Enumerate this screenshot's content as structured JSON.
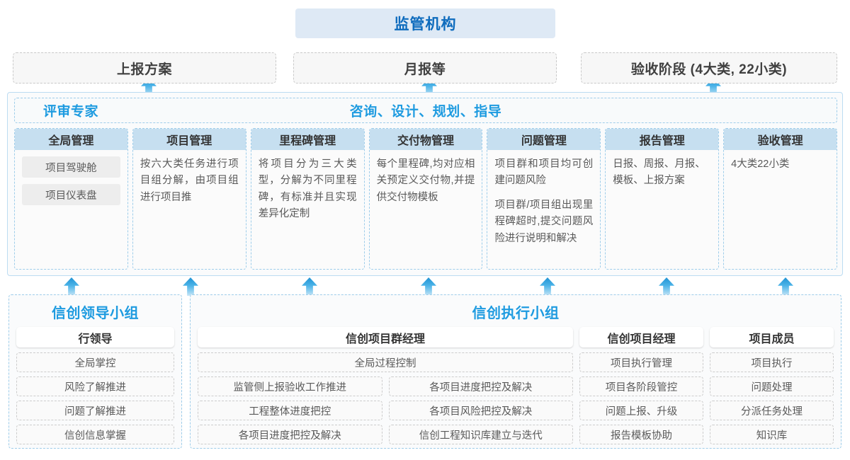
{
  "top": {
    "regulator": "监管机构",
    "reports": [
      "上报方案",
      "月报等",
      "验收阶段 (4大类, 22小类)"
    ]
  },
  "middle": {
    "left_title": "评审专家",
    "center_title": "咨询、设计、规划、指导",
    "columns": [
      {
        "header": "全局管理",
        "pills": [
          "项目驾驶舱",
          "项目仪表盘"
        ],
        "paragraphs": []
      },
      {
        "header": "项目管理",
        "pills": [],
        "paragraphs": [
          "按六大类任务进行项目组分解，由项目组进行项目推"
        ]
      },
      {
        "header": "里程碑管理",
        "pills": [],
        "paragraphs": [
          "将项目分为三大类型，分解为不同里程碑，有标准并且实现差异化定制"
        ]
      },
      {
        "header": "交付物管理",
        "pills": [],
        "paragraphs": [
          "每个里程碑,均对应相关预定义交付物,并提供交付物模板"
        ]
      },
      {
        "header": "问题管理",
        "pills": [],
        "paragraphs": [
          "项目群和项目均可创建问题风险",
          "项目群/项目组出现里程碑超时,提交问题风险进行说明和解决"
        ]
      },
      {
        "header": "报告管理",
        "pills": [],
        "paragraphs": [
          "日报、周报、月报、模板、上报方案"
        ]
      },
      {
        "header": "验收管理",
        "pills": [],
        "paragraphs": [
          "4大类22小类"
        ]
      }
    ]
  },
  "bottom": {
    "left_group": {
      "title": "信创领导小组",
      "role": "行领导",
      "tasks": [
        "全局掌控",
        "风险了解推进",
        "问题了解推进",
        "信创信息掌握"
      ]
    },
    "right_group": {
      "title": "信创执行小组",
      "program_manager": {
        "role": "信创项目群经理",
        "wide_task": "全局过程控制",
        "left_tasks": [
          "监管侧上报验收工作推进",
          "工程整体进度把控",
          "各项目进度把控及解决"
        ],
        "right_tasks": [
          "各项目进度把控及解决",
          "各项目风险把控及解决",
          "信创工程知识库建立与迭代"
        ]
      },
      "project_manager": {
        "role": "信创项目经理",
        "tasks": [
          "项目执行管理",
          "项目各阶段管控",
          "问题上报、升级",
          "报告模板协助"
        ]
      },
      "member": {
        "role": "项目成员",
        "tasks": [
          "项目执行",
          "问题处理",
          "分派任务处理",
          "知识库"
        ]
      }
    }
  },
  "colors": {
    "accent_blue": "#1e9be0",
    "regulator_blue": "#0d6bbd",
    "regulator_bg": "#dee9f5",
    "col_head_bg": "#c6dff0",
    "dash_blue": "#9ecdea",
    "dash_gray": "#cccccc"
  },
  "arrows": {
    "top_x": [
      199,
      595,
      996
    ],
    "mid_x": [
      90,
      258,
      426,
      594,
      762,
      930,
      1098
    ]
  }
}
